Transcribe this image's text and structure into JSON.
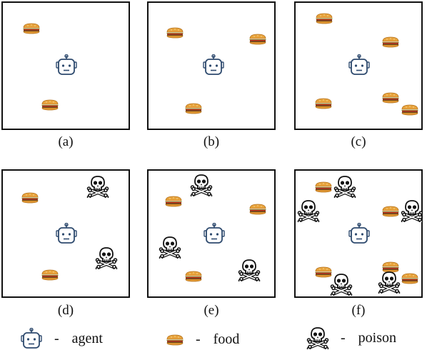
{
  "panels": [
    {
      "caption": "(a)",
      "items": [
        "food",
        "robot",
        "food"
      ]
    },
    {
      "caption": "(b)",
      "items": [
        "food",
        "food",
        "robot",
        "food"
      ]
    },
    {
      "caption": "(c)",
      "items": [
        "food",
        "food",
        "robot",
        "food",
        "food",
        "food"
      ]
    },
    {
      "caption": "(d)",
      "items": [
        "food",
        "poison",
        "robot",
        "poison",
        "food"
      ]
    },
    {
      "caption": "(e)",
      "items": [
        "poison",
        "food",
        "food",
        "robot",
        "poison",
        "poison",
        "food"
      ]
    },
    {
      "caption": "(f)",
      "items": [
        "food",
        "poison",
        "poison",
        "food",
        "poison",
        "robot",
        "food",
        "food",
        "poison",
        "poison",
        "food"
      ]
    }
  ],
  "legend": [
    {
      "icon": "robot-icon",
      "dash": "-",
      "label": "agent"
    },
    {
      "icon": "burger-icon",
      "dash": "-",
      "label": "food"
    },
    {
      "icon": "skull-crossbones-icon",
      "dash": "-",
      "label": "poison"
    }
  ]
}
